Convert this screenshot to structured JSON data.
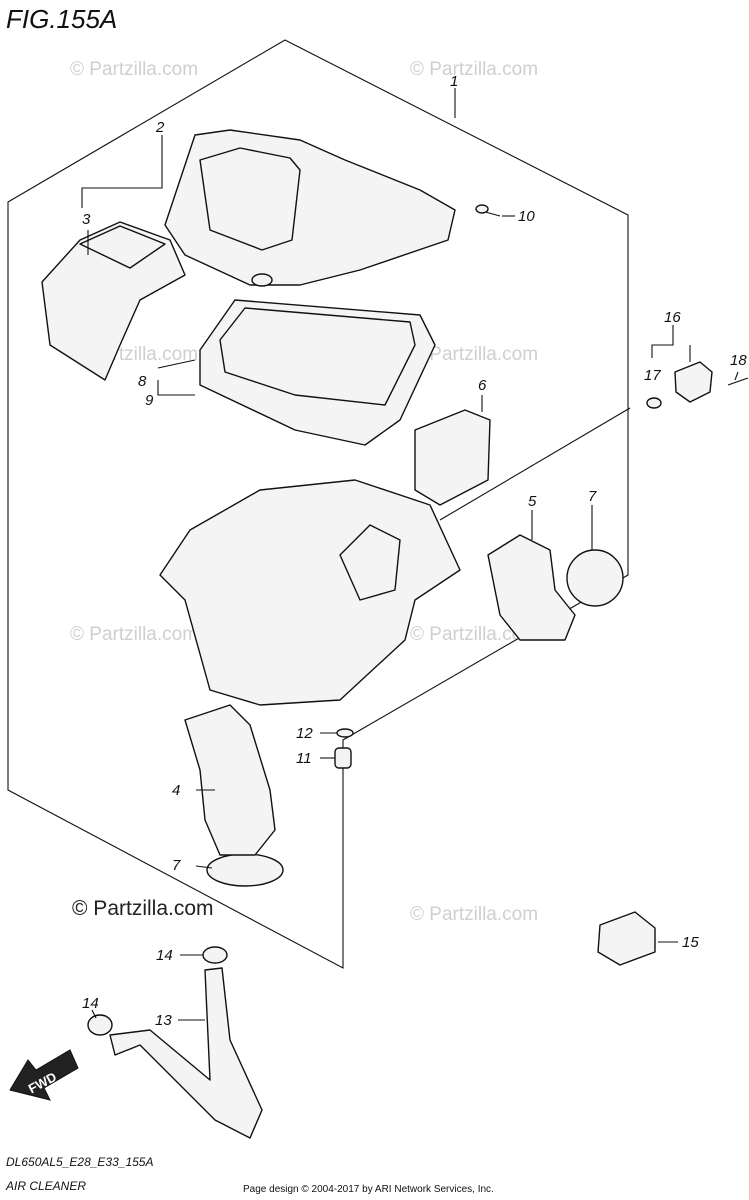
{
  "figure_title": "FIG.155A",
  "model_code": "DL650AL5_E28_E33_155A",
  "section_name": "AIR CLEANER",
  "page_credit": "Page design © 2004-2017 by ARI Network Services, Inc.",
  "watermark": "© Partzilla.com",
  "fwd_label": "FWD",
  "callouts": [
    "1",
    "2",
    "3",
    "4",
    "5",
    "6",
    "7",
    "7",
    "8",
    "9",
    "10",
    "11",
    "12",
    "13",
    "14",
    "14",
    "15",
    "16",
    "17",
    "18"
  ]
}
